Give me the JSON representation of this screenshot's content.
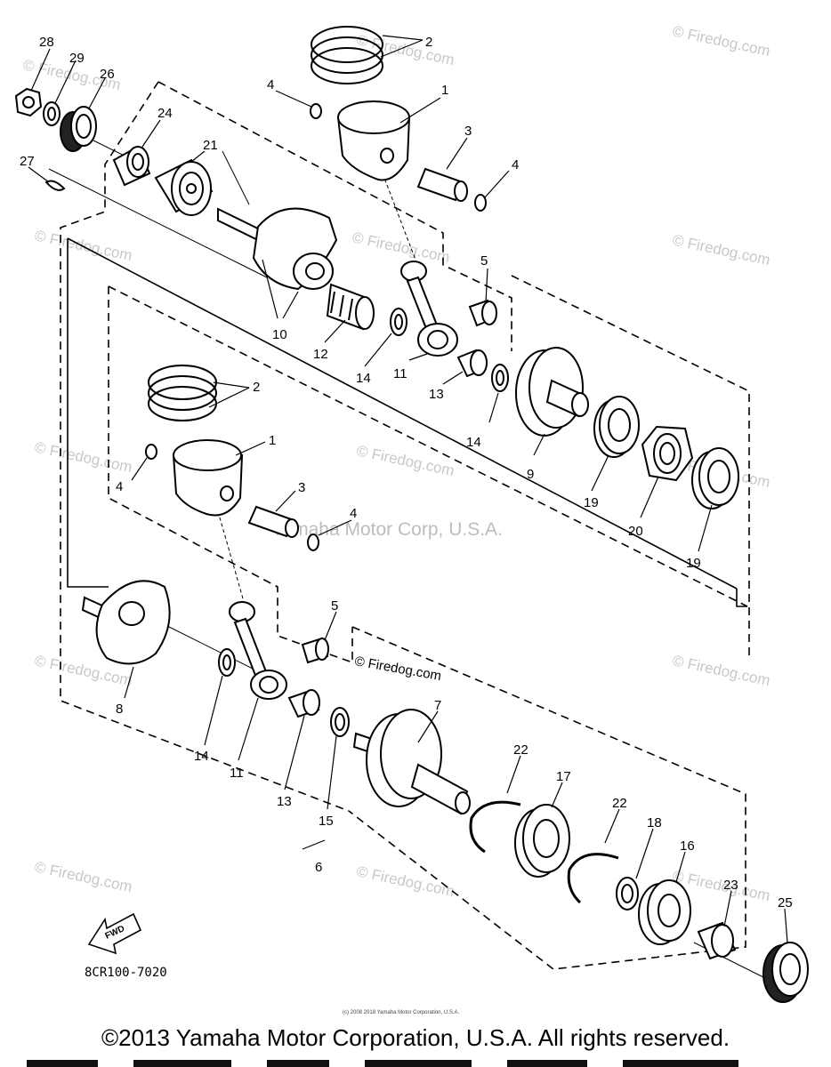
{
  "diagram": {
    "code": "8CR100-7020",
    "fwd_label": "FWD",
    "center_watermark": "Yamaha Motor Corp, U.S.A.",
    "tiny_notice": "(c) 2008 2018 Yamaha Motor Corporation, U.S.A.",
    "watermark_text": "© Firedog.com",
    "callouts": [
      "28",
      "29",
      "26",
      "24",
      "21",
      "27",
      "2",
      "4",
      "1",
      "3",
      "4",
      "10",
      "12",
      "14",
      "11",
      "5",
      "13",
      "14",
      "9",
      "19",
      "20",
      "19",
      "2",
      "1",
      "4",
      "3",
      "4",
      "5",
      "8",
      "14",
      "11",
      "13",
      "15",
      "6",
      "7",
      "22",
      "17",
      "22",
      "18",
      "16",
      "23",
      "25"
    ]
  },
  "footer": {
    "copyright": "©2013 Yamaha Motor Corporation, U.S.A. All rights reserved."
  }
}
